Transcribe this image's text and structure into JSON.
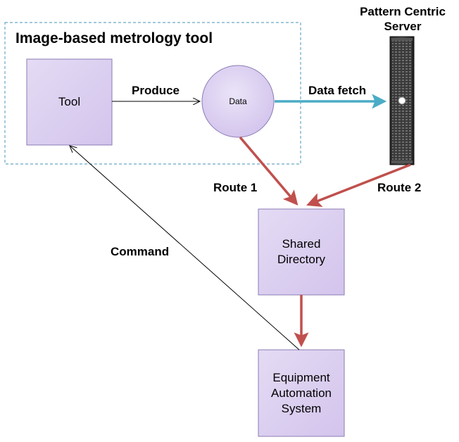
{
  "diagram": {
    "group_title": "Image-based metrology tool",
    "nodes": {
      "tool": "Tool",
      "data": "Data",
      "server_line1": "Pattern Centric",
      "server_line2": "Server",
      "shared_line1": "Shared",
      "shared_line2": "Directory",
      "eas_line1": "Equipment",
      "eas_line2": "Automation",
      "eas_line3": "System"
    },
    "edges": {
      "produce": "Produce",
      "data_fetch": "Data fetch",
      "route1": "Route 1",
      "route2": "Route 2",
      "command": "Command"
    },
    "colors": {
      "box_fill": "#ddd0f0",
      "box_stroke": "#8b7bb5",
      "group_border": "#6aa6c8",
      "route_arrow": "#c0504d",
      "fetch_arrow": "#4bacc6"
    }
  }
}
